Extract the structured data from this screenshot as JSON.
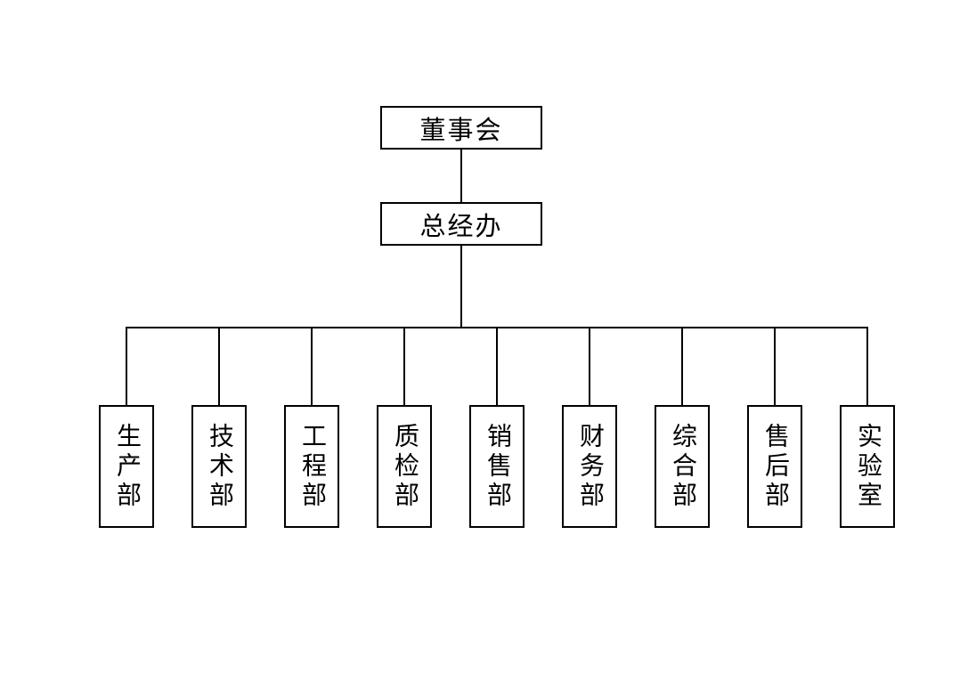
{
  "org_chart": {
    "root": {
      "label": "董事会"
    },
    "middle": {
      "label": "总经办"
    },
    "departments": [
      {
        "label": "生产部"
      },
      {
        "label": "技术部"
      },
      {
        "label": "工程部"
      },
      {
        "label": "质检部"
      },
      {
        "label": "销售部"
      },
      {
        "label": "财务部"
      },
      {
        "label": "综合部"
      },
      {
        "label": "售后部"
      },
      {
        "label": "实验室"
      }
    ],
    "colors": {
      "line": "#000000",
      "background": "#ffffff",
      "box_fill": "#ffffff",
      "text": "#000000"
    }
  }
}
